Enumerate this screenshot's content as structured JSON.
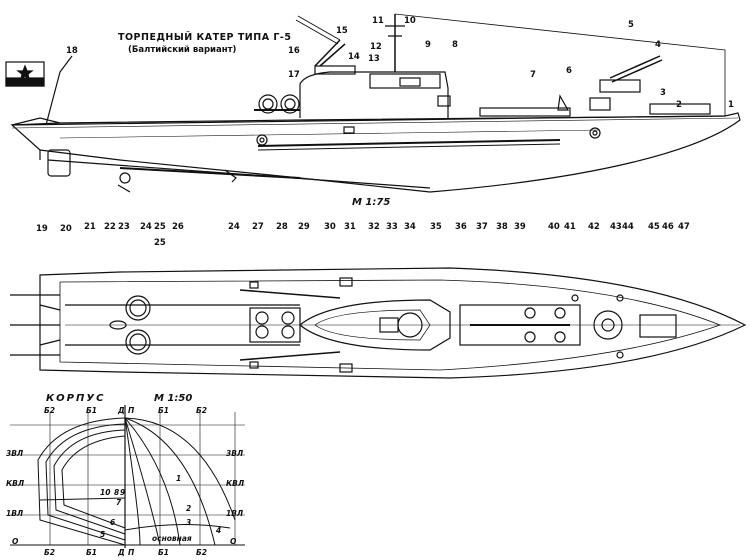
{
  "title": "ТОРПЕДНЫЙ КАТЕР ТИПА Г-5",
  "subtitle": "(Балтийский вариант)",
  "scale_top": "М 1:75",
  "section_title": "КОРПУС",
  "scale_section": "М 1:50",
  "side_numbers": [
    "1",
    "2",
    "3",
    "4",
    "5",
    "6",
    "7",
    "8",
    "9",
    "10",
    "11",
    "12",
    "13",
    "14",
    "15",
    "16",
    "17",
    "18",
    "19",
    "20",
    "23",
    "24",
    "25",
    "26",
    "24"
  ],
  "plan_numbers": [
    "21",
    "22",
    "25",
    "27",
    "28",
    "29",
    "30",
    "31",
    "32",
    "33",
    "34",
    "35",
    "36",
    "37",
    "38",
    "39",
    "40",
    "41",
    "42",
    "43",
    "44",
    "45",
    "46",
    "47"
  ],
  "section_labels": {
    "top_left": [
      "Б2",
      "Б1",
      "Д"
    ],
    "top_right": [
      "П",
      "Б1",
      "Б2"
    ],
    "bottom_left": [
      "Б2",
      "Б1",
      "Д"
    ],
    "bottom_right": [
      "П",
      "Б1",
      "Б2"
    ],
    "left_axis": [
      "3ВЛ",
      "КВЛ",
      "1ВЛ",
      "О"
    ],
    "right_axis": [
      "3ВЛ",
      "КВЛ",
      "1ВЛ",
      "О"
    ],
    "inner_right": [
      "1",
      "2",
      "3",
      "4"
    ],
    "inner_left": [
      "10",
      "8",
      "9",
      "7",
      "6",
      "5"
    ],
    "baseline": "основная"
  }
}
